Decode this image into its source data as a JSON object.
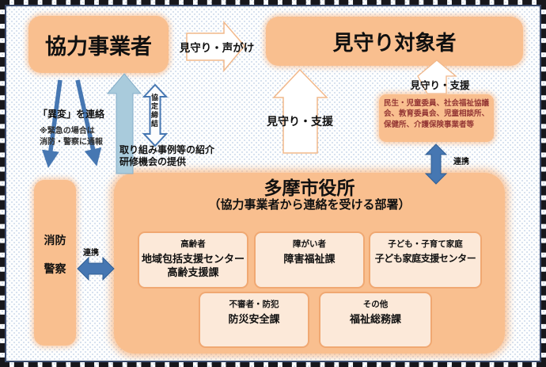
{
  "diagram": {
    "actors": {
      "kyoryoku": "協力事業者",
      "taisho": "見守り対象者",
      "fire": "消防",
      "police": "警察",
      "community": "民生・児童委員、社会福祉協議会、教育委員会、児童相談所、保健所、介護保険事業者等"
    },
    "city": {
      "title": "多摩市役所",
      "subtitle": "（協力事業者から連絡を受ける部署）",
      "departments": [
        {
          "category": "高齢者",
          "name": "地域包括支援センター\n高齢支援課"
        },
        {
          "category": "障がい者",
          "name": "障害福祉課"
        },
        {
          "category": "子ども・子育て家庭",
          "name": "子ども家庭支援センター"
        },
        {
          "category": "不審者・防犯",
          "name": "防災安全課"
        },
        {
          "category": "その他",
          "name": "福祉総務課"
        }
      ]
    },
    "labels": {
      "watch_callout": "見守り・声がけ",
      "watch_support_center": "見守り・支援",
      "watch_support_right": "見守り・支援",
      "report_abnormality": "「異変」を連絡",
      "emergency_note": "※緊急の場合は\n消防・警察に通報",
      "agreement": "協定締結",
      "case_examples": "取り組み事例等の紹介\n研修機会の提供",
      "cooperation_left": "連携",
      "cooperation_right": "連携"
    },
    "colors": {
      "box_orange": "#F9BF8F",
      "box_light": "#FCE9D9",
      "box_light_border": "#F0A872",
      "arrow_blue": "#4677B2",
      "arrow_light_blue": "#A9CBDC",
      "white_arrow_outline": "#F2B88A",
      "community_text": "#943634",
      "frame_dash": "#17171C",
      "frame_inner_line": "#3C4C6E",
      "background_dot": "#CBD8EA"
    }
  }
}
